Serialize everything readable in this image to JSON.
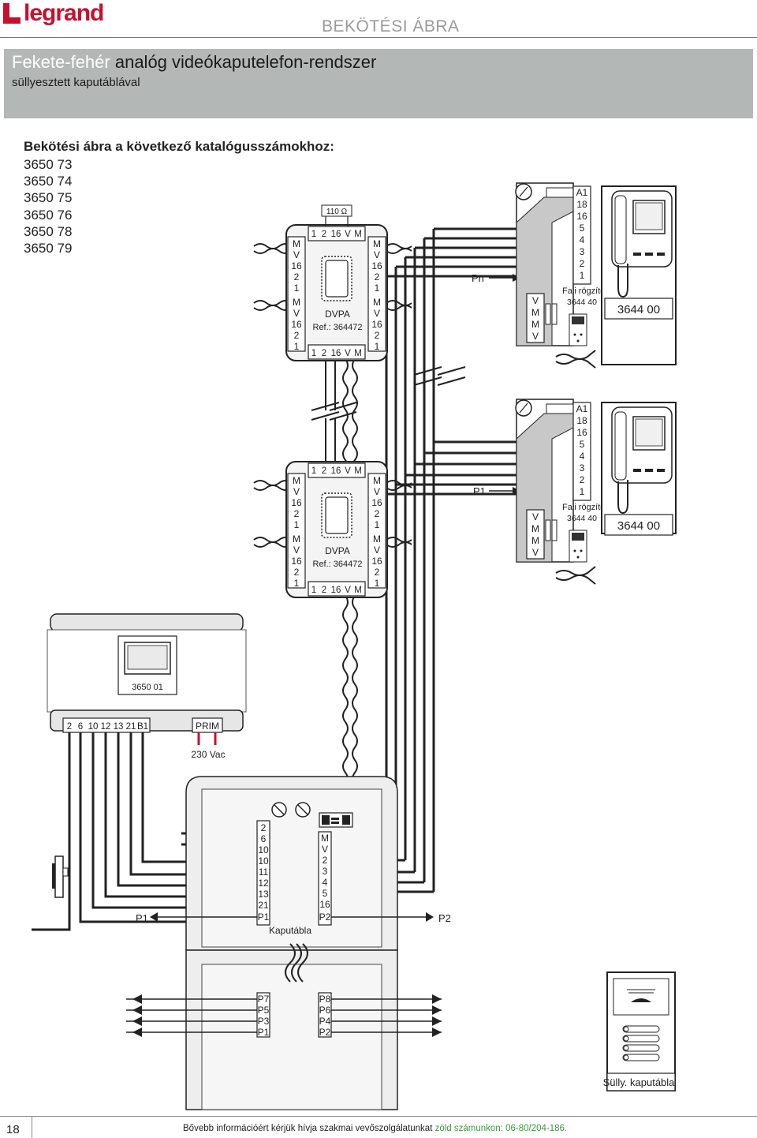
{
  "header": {
    "brand": "legrand",
    "section_title": "BEKÖTÉSI ÁBRA"
  },
  "banner": {
    "title_light": "Fekete-fehér",
    "title_dark": " analóg videókaputelefon-rendszer",
    "subtitle": "süllyesztett kaputáblával"
  },
  "catalog": {
    "heading": "Bekötési ábra a következő katalógusszámokhoz:",
    "numbers": [
      "3650 73",
      "3650 74",
      "3650 75",
      "3650 76",
      "3650 78",
      "3650 79"
    ]
  },
  "dvpa_top": {
    "resistor": "110 Ω",
    "top_terms": [
      "1",
      "2",
      "16",
      "V",
      "M"
    ],
    "bottom_terms": [
      "1",
      "2",
      "16",
      "V",
      "M"
    ],
    "left_terms": [
      "M",
      "V",
      "16",
      "2",
      "1",
      "M",
      "V",
      "16",
      "2",
      "1"
    ],
    "right_terms": [
      "M",
      "V",
      "16",
      "2",
      "1",
      "M",
      "V",
      "16",
      "2",
      "1"
    ],
    "name": "DVPA",
    "ref": "Ref.: 364472"
  },
  "dvpa_bottom": {
    "top_terms": [
      "1",
      "2",
      "16",
      "V",
      "M"
    ],
    "bottom_terms": [
      "1",
      "2",
      "16",
      "V",
      "M"
    ],
    "left_terms": [
      "M",
      "V",
      "16",
      "2",
      "1",
      "M",
      "V",
      "16",
      "2",
      "1"
    ],
    "right_terms": [
      "M",
      "V",
      "16",
      "2",
      "1",
      "M",
      "V",
      "16",
      "2",
      "1"
    ],
    "name": "DVPA",
    "ref": "Ref.: 364472"
  },
  "monitor_top": {
    "floor_label": "Pn",
    "terminals": [
      "A1",
      "18",
      "16",
      "5",
      "4",
      "3",
      "2",
      "1"
    ],
    "vmmv": [
      "V",
      "M",
      "M",
      "V"
    ],
    "bracket_label": "Fali rögzítő",
    "bracket_ref": "3644 40",
    "model": "3644 00"
  },
  "monitor_bottom": {
    "floor_label": "P1",
    "terminals": [
      "A1",
      "18",
      "16",
      "5",
      "4",
      "3",
      "2",
      "1"
    ],
    "vmmv": [
      "V",
      "M",
      "M",
      "V"
    ],
    "bracket_label": "Fali rögzítő",
    "bracket_ref": "3644 40",
    "model": "3644 00"
  },
  "power_supply": {
    "model": "3650 01",
    "terminals": [
      "2",
      "6",
      "10",
      "12",
      "13",
      "21",
      "B1"
    ],
    "prim": "PRIM",
    "mains": "230 Vac"
  },
  "door_panel": {
    "left_terms": [
      "2",
      "6",
      "10",
      "10",
      "11",
      "12",
      "13",
      "21",
      "P1"
    ],
    "right_terms": [
      "M",
      "V",
      "2",
      "3",
      "4",
      "5",
      "16",
      "P2"
    ],
    "label": "Kaputábla",
    "p_left": "P1",
    "p_right": "P2",
    "lower_left_terms": [
      "P7",
      "P5",
      "P3",
      "P1"
    ],
    "lower_right_terms": [
      "P8",
      "P6",
      "P4",
      "P2"
    ]
  },
  "panel_illustration": {
    "label": "Sülly. kaputábla"
  },
  "footer": {
    "page": "18",
    "text": "Bővebb információért kérjük hívja szakmai vevőszolgálatunkat ",
    "phone": "zöld számunkon: 06-80/204-186."
  }
}
